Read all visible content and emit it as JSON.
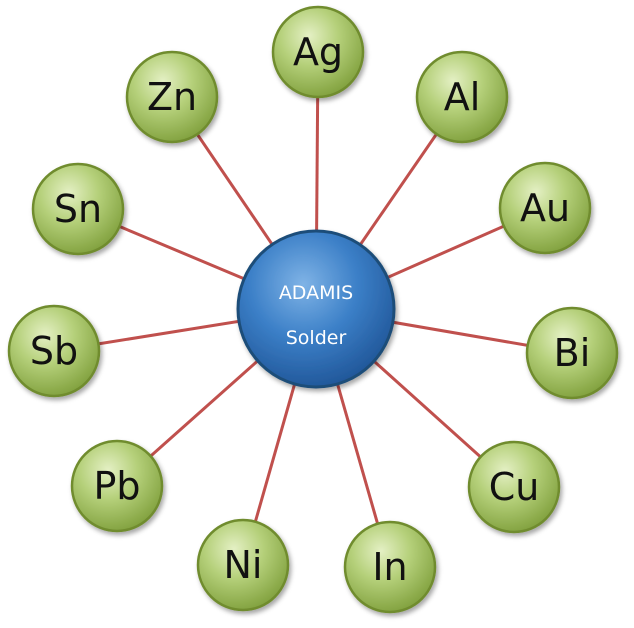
{
  "hub": {
    "line1": "ADAMIS",
    "line2": "Solder"
  },
  "elements": [
    {
      "symbol": "Ag"
    },
    {
      "symbol": "Al"
    },
    {
      "symbol": "Au"
    },
    {
      "symbol": "Bi"
    },
    {
      "symbol": "Cu"
    },
    {
      "symbol": "In"
    },
    {
      "symbol": "Ni"
    },
    {
      "symbol": "Pb"
    },
    {
      "symbol": "Sb"
    },
    {
      "symbol": "Sn"
    },
    {
      "symbol": "Zn"
    }
  ],
  "colors": {
    "spoke": "#c0504d",
    "node_fill": "#9bbb59",
    "node_border": "#6f8c2e",
    "hub_fill": "#2e75b6",
    "hub_border": "#1f4e79"
  }
}
